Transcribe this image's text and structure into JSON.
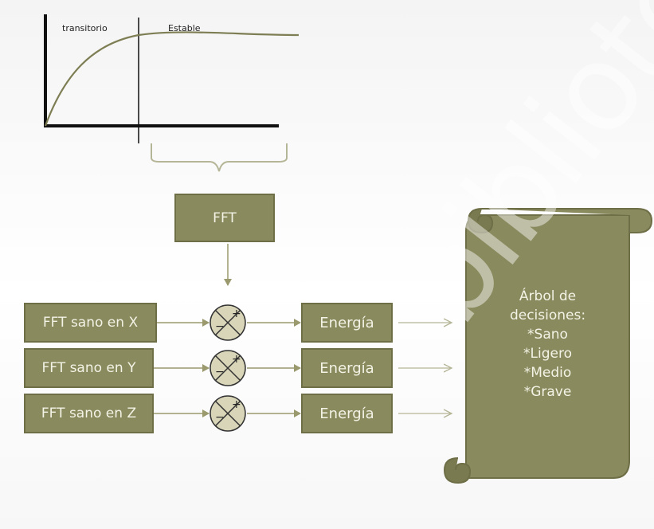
{
  "graph": {
    "label_transient": "transitorio",
    "label_stable": "Estable"
  },
  "fft_box": {
    "label": "FFT"
  },
  "rows": [
    {
      "input_label": "FFT sano en X",
      "output_label": "Energía"
    },
    {
      "input_label": "FFT sano en Y",
      "output_label": "Energía"
    },
    {
      "input_label": "FFT sano en Z",
      "output_label": "Energía"
    }
  ],
  "decision_tree": {
    "lines": [
      "Árbol de",
      "decisiones:",
      "*Sano",
      "*Ligero",
      "*Medio",
      "*Grave"
    ]
  },
  "watermark": {
    "text": "bibliotecas"
  },
  "colors": {
    "box_fill": "#8a8a5f",
    "box_border": "#6e6e47",
    "arrow": "#9a9a6e",
    "text_light": "#f3f3e6"
  }
}
